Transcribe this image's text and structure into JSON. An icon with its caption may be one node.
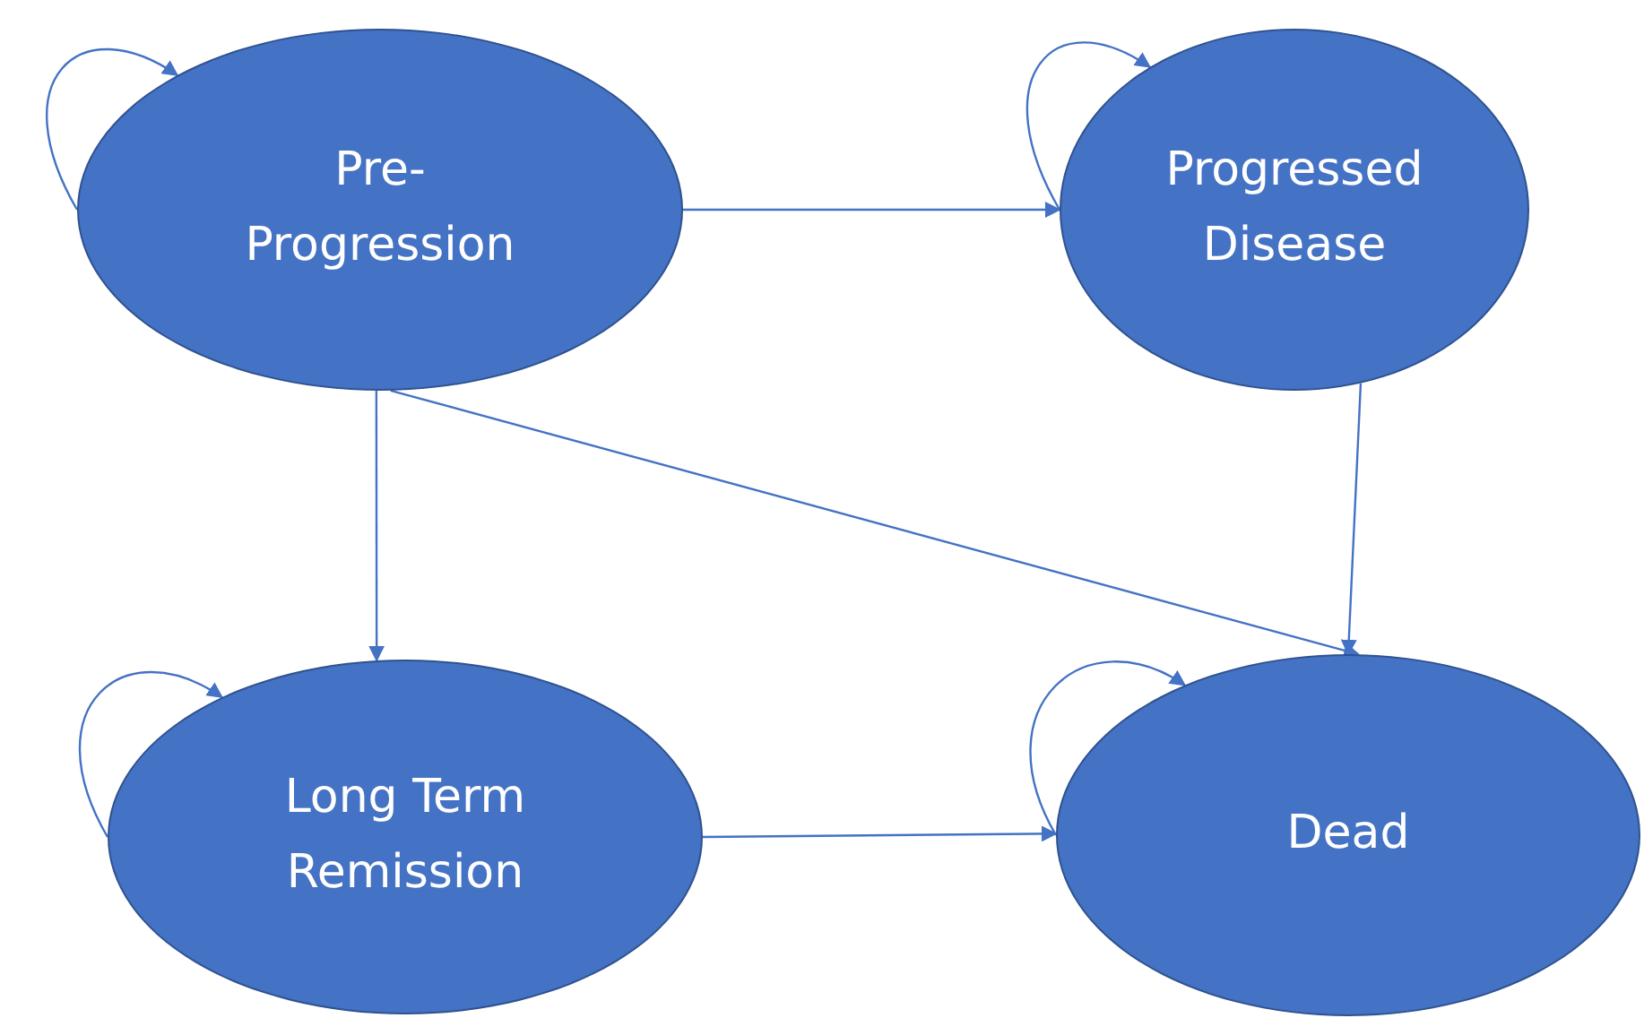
{
  "diagram": {
    "nodes": [
      {
        "text": [
          "Pre-Progression"
        ]
      },
      {
        "text": [
          "Progressed Disease"
        ]
      },
      {
        "text": [
          "Long Term Remission"
        ]
      },
      {
        "text": [
          "Dead"
        ]
      }
    ],
    "edges": [
      {
        "from": 0,
        "to": 0,
        "arrow": "to"
      },
      {
        "from": 1,
        "to": 1,
        "arrow": "to"
      },
      {
        "from": 0,
        "to": 1,
        "arrow": "to"
      },
      {
        "from": 0,
        "to": 2,
        "arrow": "to"
      },
      {
        "from": 0,
        "to": 3,
        "arrow": "to"
      },
      {
        "from": 1,
        "to": 3,
        "arrow": "to"
      },
      {
        "from": 2,
        "to": 2,
        "arrow": "to"
      },
      {
        "from": 3,
        "to": 3,
        "arrow": "to"
      },
      {
        "from": 2,
        "to": 3,
        "arrow": "to"
      }
    ]
  }
}
